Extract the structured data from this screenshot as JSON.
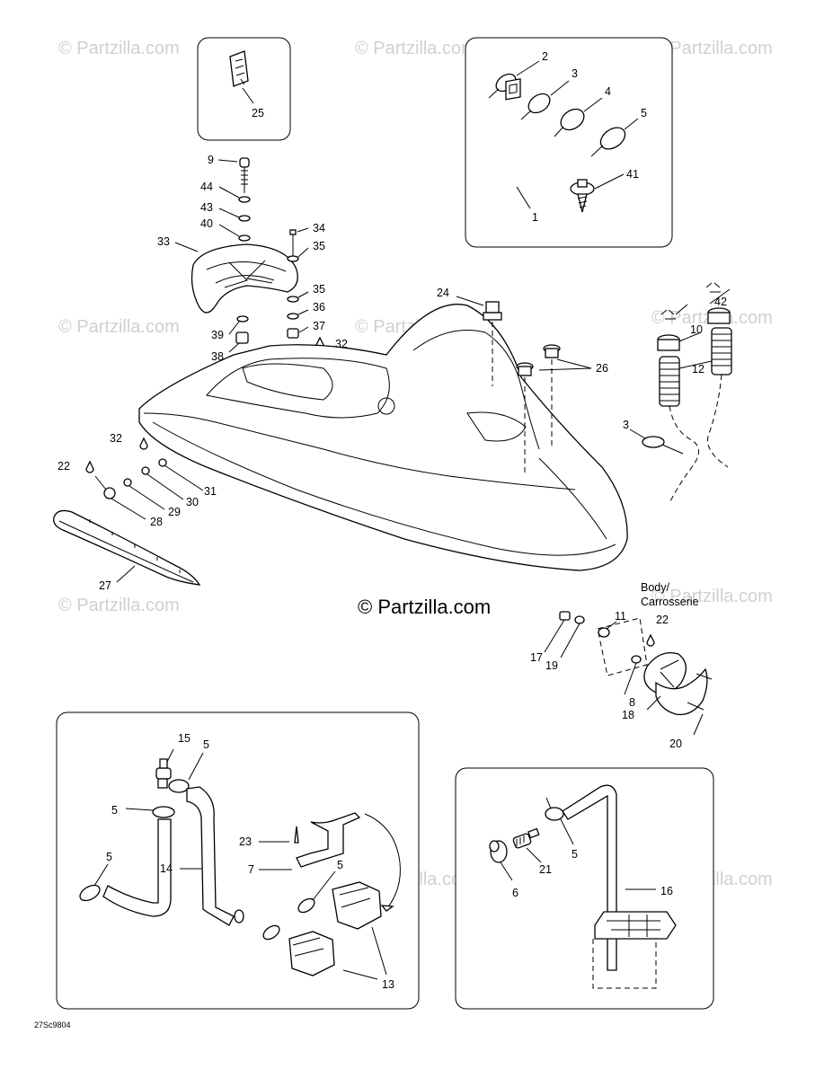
{
  "copyright": "© Partzilla.com",
  "watermark": "© Partzilla.com",
  "figure_code": "27Sc9804",
  "body_note_1": "Body/",
  "body_note_2": "Carrosserie",
  "callouts": [
    "1",
    "2",
    "3",
    "4",
    "5",
    "6",
    "7",
    "8",
    "9",
    "10",
    "11",
    "12",
    "13",
    "14",
    "15",
    "16",
    "17",
    "18",
    "19",
    "20",
    "21",
    "22",
    "23",
    "24",
    "25",
    "26",
    "27",
    "28",
    "29",
    "30",
    "31",
    "32",
    "33",
    "34",
    "35",
    "36",
    "37",
    "38",
    "39",
    "40",
    "41",
    "42",
    "43",
    "44"
  ]
}
